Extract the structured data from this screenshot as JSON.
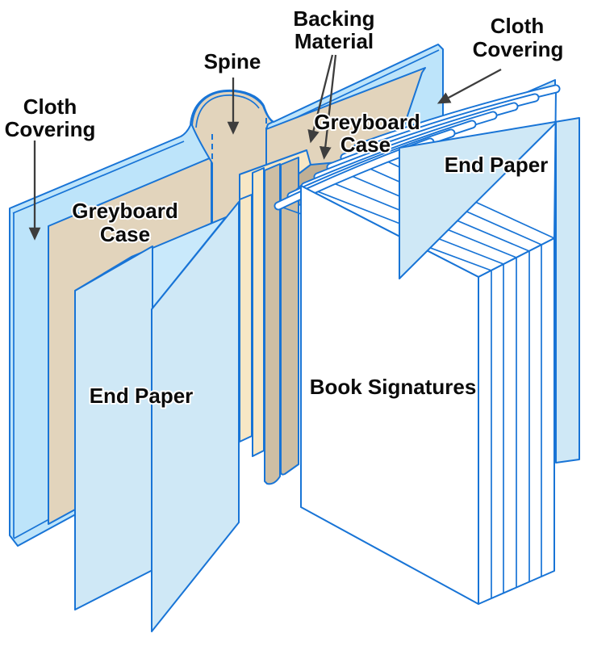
{
  "diagram": {
    "type": "exploded-parts-diagram",
    "subject": "hardcover-book-binding-anatomy",
    "labels": {
      "cloth_covering_left": {
        "line1": "Cloth",
        "line2": "Covering"
      },
      "spine": "Spine",
      "backing_material": {
        "line1": "Backing",
        "line2": "Material"
      },
      "cloth_covering_right": {
        "line1": "Cloth",
        "line2": "Covering"
      },
      "greyboard_case_left": {
        "line1": "Greyboard",
        "line2": "Case"
      },
      "greyboard_case_right": {
        "line1": "Greyboard",
        "line2": "Case"
      },
      "end_paper_right": "End Paper",
      "end_paper_left": "End Paper",
      "book_signatures": "Book Signatures"
    },
    "colors": {
      "outline_blue": "#1874D6",
      "cloth_blue": "#BDE4FA",
      "pastedown_blue": "#C9E9FB",
      "end_paper_blue": "#CFE8F6",
      "greyboard_tan": "#E2D4BC",
      "backing_cream": "#F7E7C5",
      "backing_tan": "#CDBEA4",
      "spine_shadow_tan": "#BFAF95",
      "signature_white": "#FFFFFF",
      "label_text": "#0B0B0B",
      "arrow_gray": "#3D3D3D",
      "background": "#FFFFFF"
    }
  }
}
